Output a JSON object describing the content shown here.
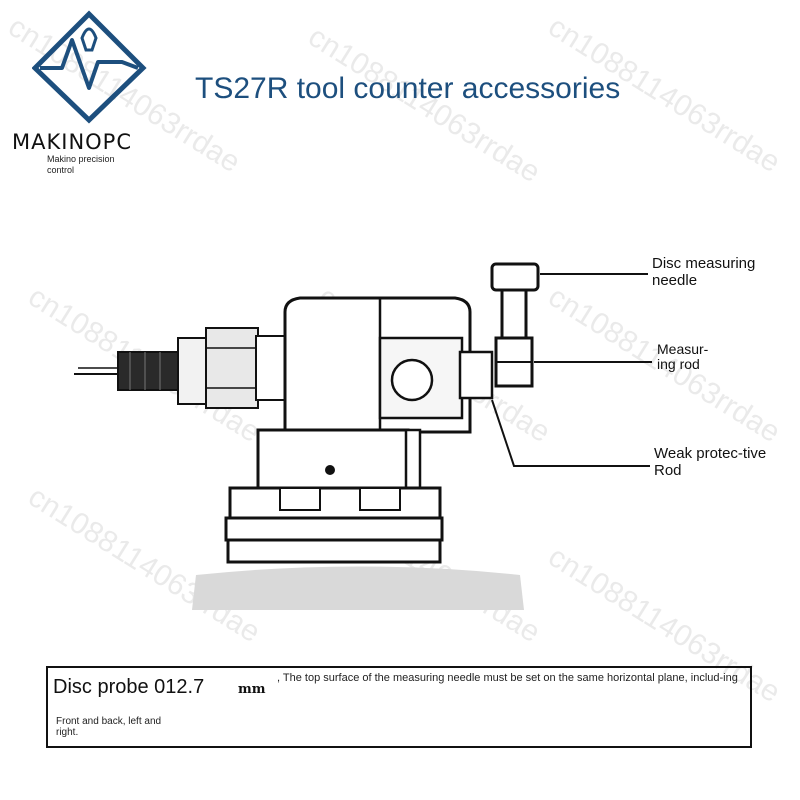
{
  "brand": {
    "name": "MAKINOPC",
    "tagline": "Makino precision control"
  },
  "title": "TS27R tool counter accessories",
  "callouts": {
    "disc_needle": "Disc measuring needle",
    "measuring_rod": "Measur-ing rod",
    "weak_rod": "Weak protec-tive Rod"
  },
  "info": {
    "probe_name": "Disc probe 012.7",
    "unit": "mm",
    "note": ", The top surface of the measuring needle must be set on the same horizontal plane, includ-ing",
    "note2": "Front and back, left and right."
  },
  "watermark": "cn1088114063rrdae",
  "colors": {
    "title": "#1d4f7e",
    "logo": "#1d4f7e"
  }
}
